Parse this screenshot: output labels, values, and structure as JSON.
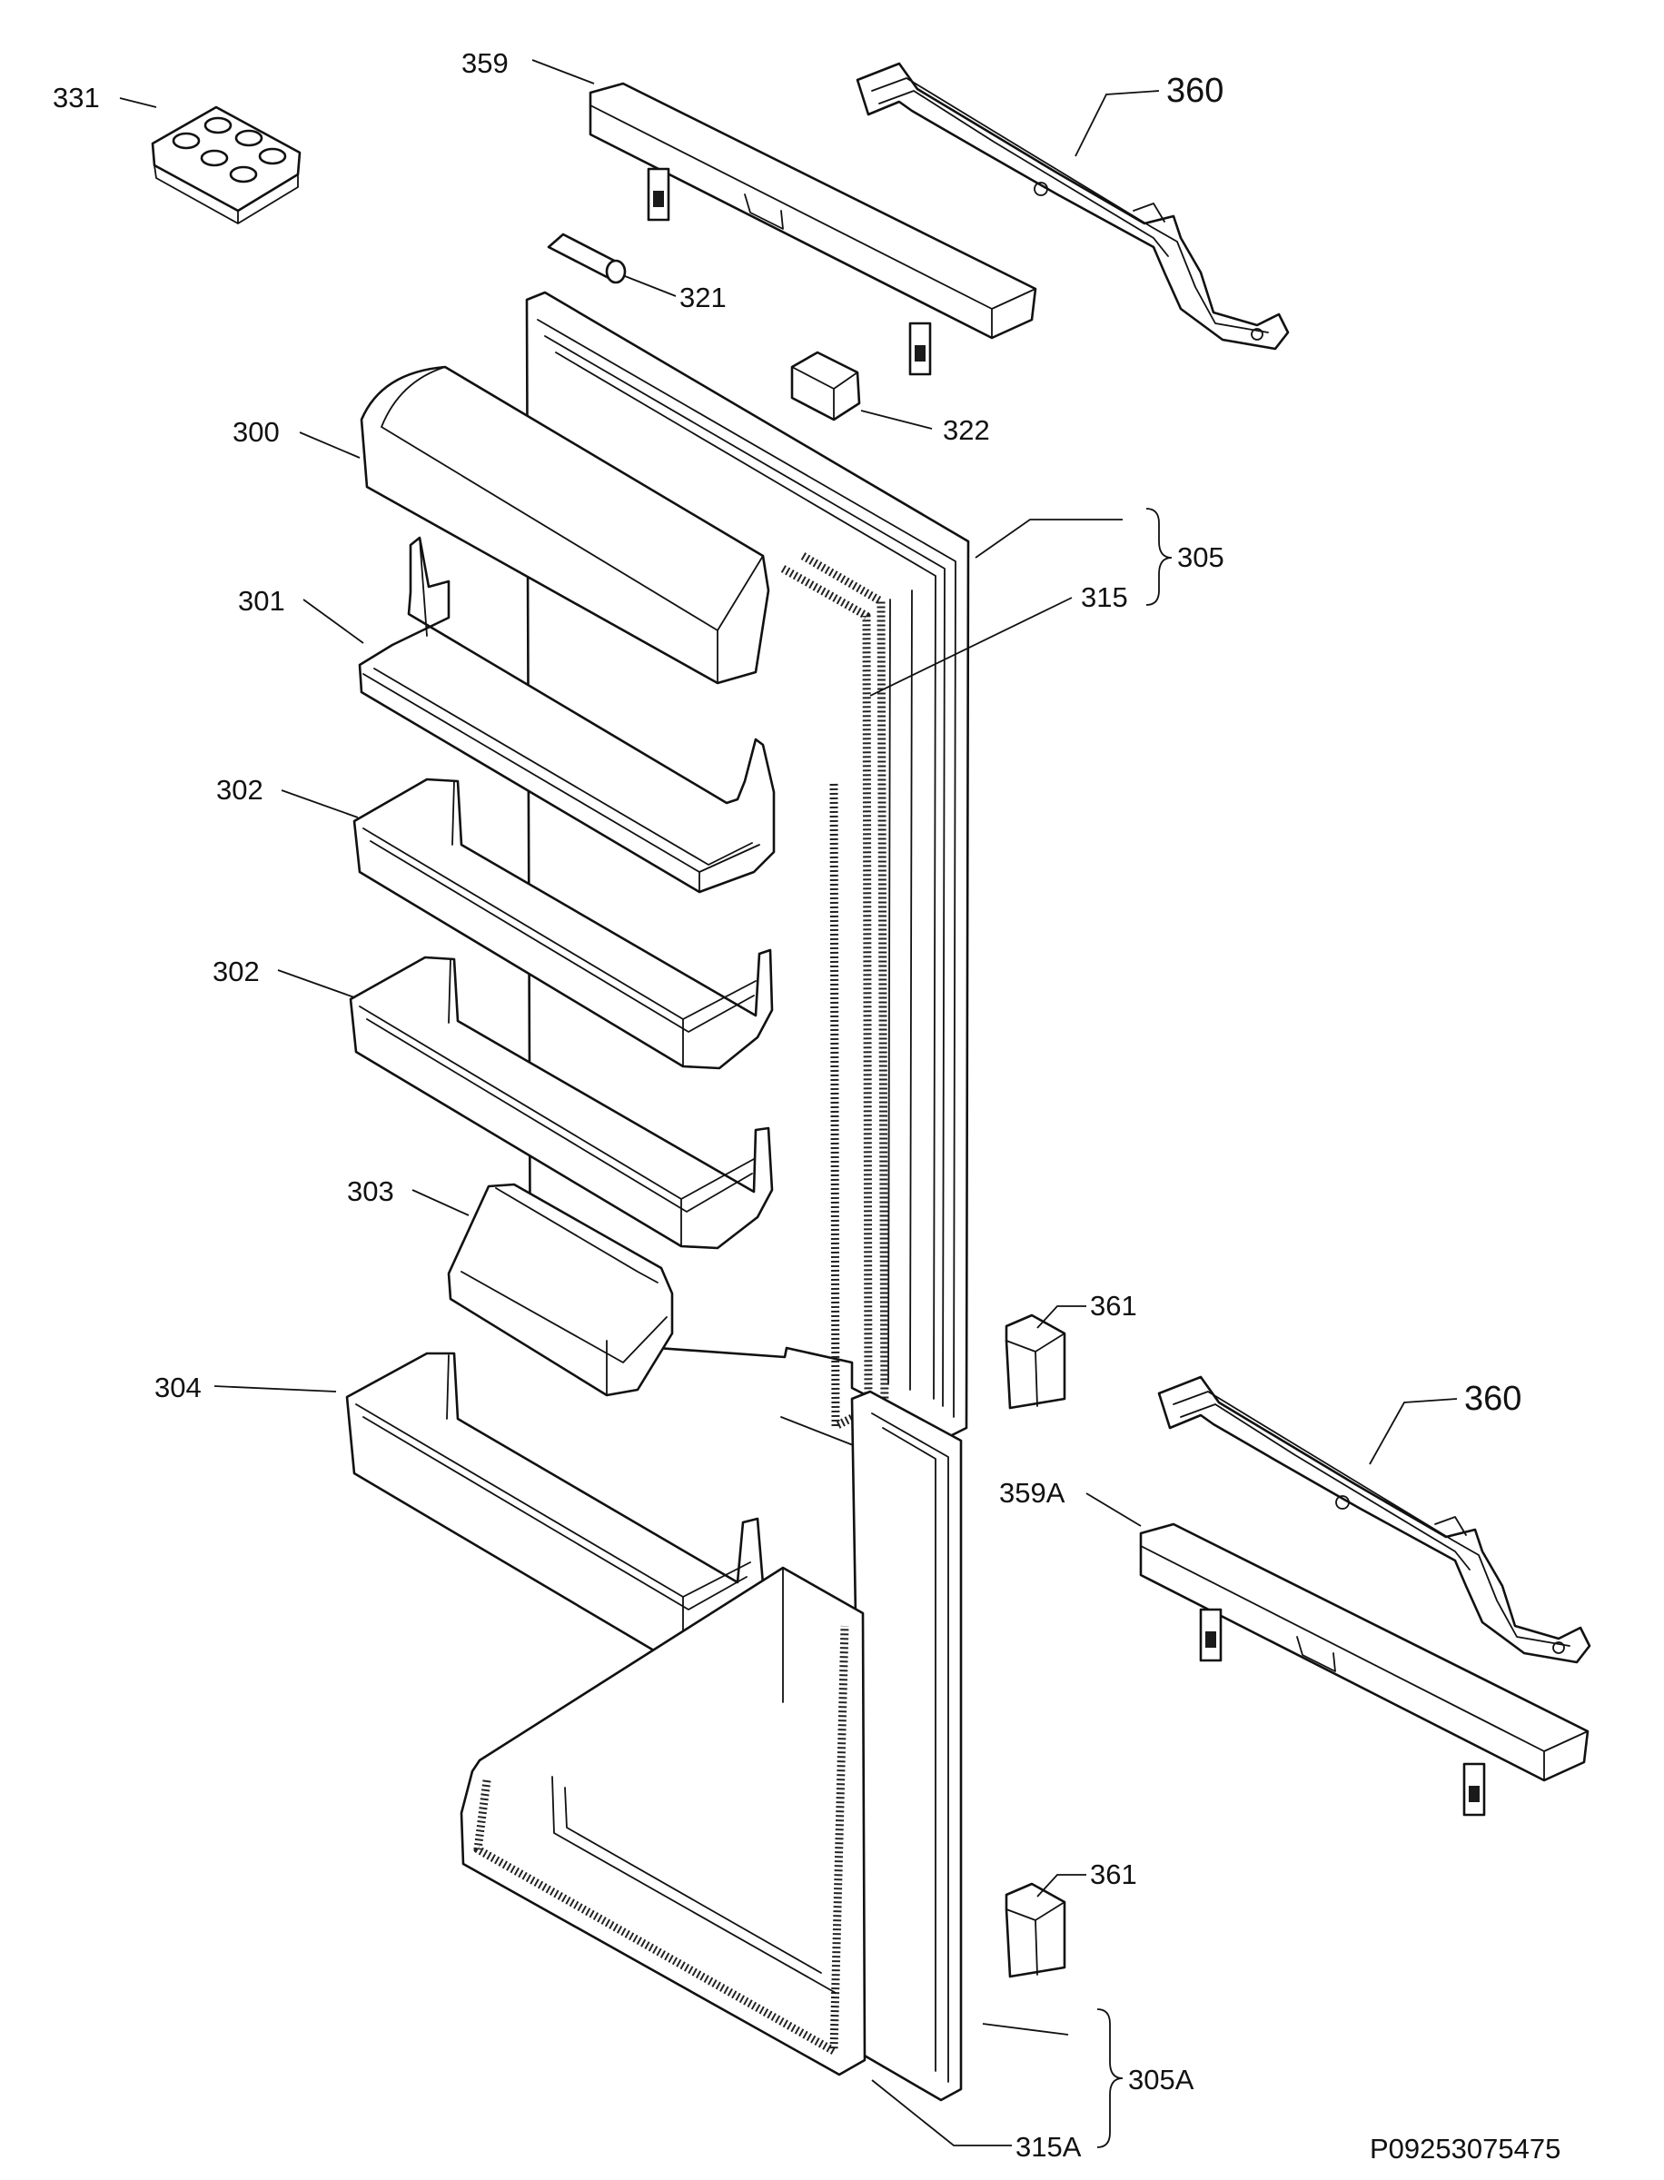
{
  "labels": {
    "p331": "331",
    "p359": "359",
    "p360_top": "360",
    "p321": "321",
    "p322": "322",
    "p300": "300",
    "p305": "305",
    "p315": "315",
    "p301": "301",
    "p302_a": "302",
    "p302_b": "302",
    "p303": "303",
    "p361_a": "361",
    "p304": "304",
    "p360_bottom": "360",
    "p359a": "359A",
    "p361_b": "361",
    "p305a": "305A",
    "p315a": "315A"
  },
  "document_id": "P09253075475"
}
